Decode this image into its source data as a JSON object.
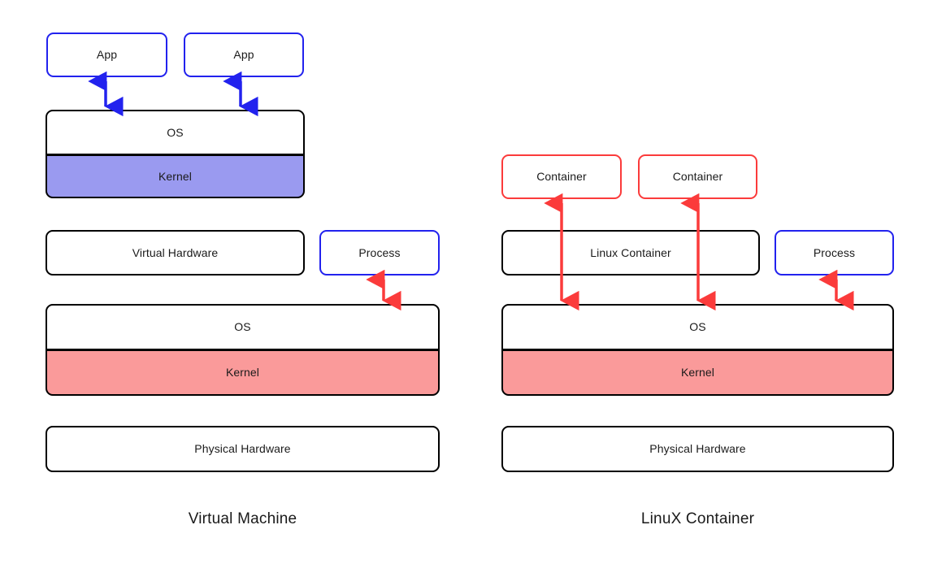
{
  "diagram": {
    "title_hidden": "",
    "colors": {
      "blue_outline": "#2222ee",
      "red_outline": "#fb3b3b",
      "kernel_vm_fill": "#9a9af0",
      "kernel_container_fill": "#fa9a9a",
      "black_outline": "#000000",
      "arrow_blue": "#2222ee",
      "arrow_red": "#fb3b3b",
      "background": "#ffffff"
    }
  },
  "vm_column": {
    "caption": "Virtual Machine",
    "app_left": "App",
    "app_right": "App",
    "os_top": "OS",
    "kernel_top": "Kernel",
    "virtual_hardware": "Virtual Hardware",
    "process": "Process",
    "os_bottom": "OS",
    "kernel_bottom": "Kernel",
    "physical_hardware": "Physical Hardware"
  },
  "container_column": {
    "caption": "LinuX Container",
    "container_left": "Container",
    "container_right": "Container",
    "linux_container": "Linux Container",
    "process": "Process",
    "os": "OS",
    "kernel": "Kernel",
    "physical_hardware": "Physical Hardware"
  },
  "arrows": [
    {
      "name": "app-left-to-os",
      "color": "#2222ee",
      "double_headed": true
    },
    {
      "name": "app-right-to-os",
      "color": "#2222ee",
      "double_headed": true
    },
    {
      "name": "vm-process-to-os",
      "color": "#fb3b3b",
      "double_headed": true
    },
    {
      "name": "container-left-to-os",
      "color": "#fb3b3b",
      "double_headed": true
    },
    {
      "name": "container-right-to-os",
      "color": "#fb3b3b",
      "double_headed": true
    },
    {
      "name": "lxc-process-to-os",
      "color": "#fb3b3b",
      "double_headed": true
    }
  ]
}
